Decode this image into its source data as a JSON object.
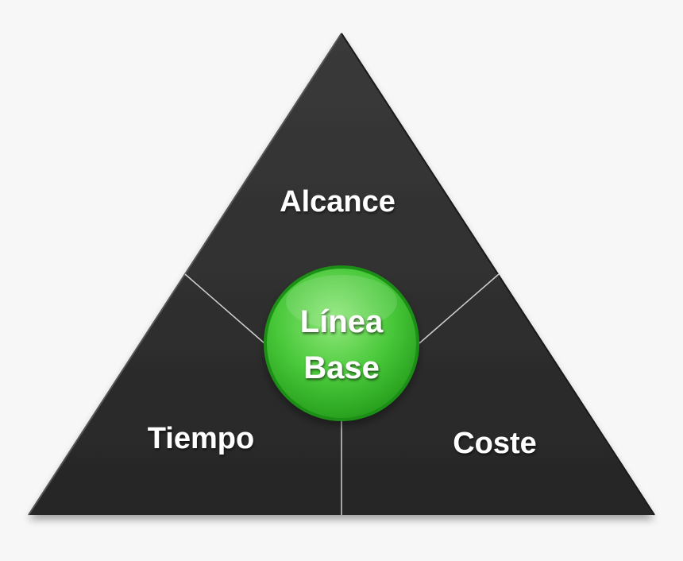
{
  "diagram": {
    "top_section": "Alcance",
    "left_section": "Tiempo",
    "right_section": "Coste",
    "center": {
      "line1": "Línea",
      "line2": "Base"
    }
  },
  "colors": {
    "background": "#f7f7f7",
    "triangle": "#2b2b2b",
    "divider": "#cfcfcf",
    "circle_light": "#7ee06b",
    "circle_dark": "#2fae22",
    "text": "#ffffff"
  }
}
